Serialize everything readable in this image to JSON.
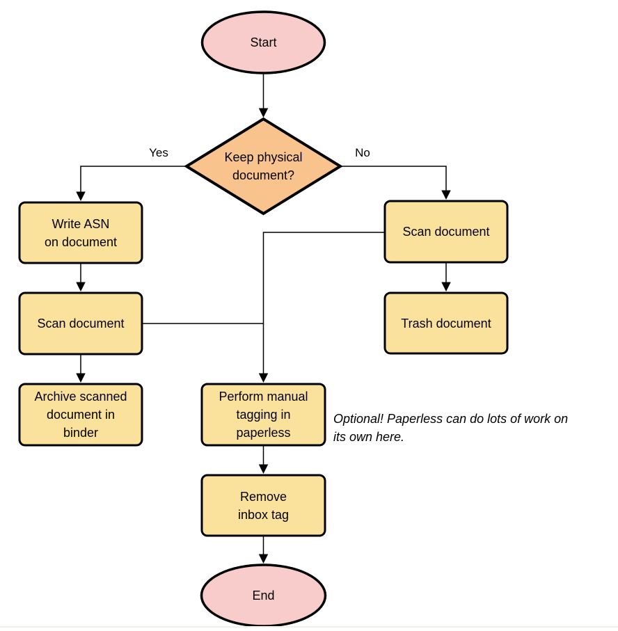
{
  "diagram": {
    "type": "flowchart",
    "nodes": {
      "start": {
        "label": "Start",
        "shape": "terminator",
        "fill": "#F7CCCB"
      },
      "decision": {
        "label": "Keep physical\ndocument?",
        "shape": "decision",
        "fill": "#F9C38D"
      },
      "write_asn": {
        "label": "Write ASN\non document",
        "shape": "process",
        "fill": "#FBE29C"
      },
      "scan_left": {
        "label": "Scan document",
        "shape": "process",
        "fill": "#FBE29C"
      },
      "archive": {
        "label": "Archive scanned\ndocument in\nbinder",
        "shape": "process",
        "fill": "#FBE29C"
      },
      "scan_right": {
        "label": "Scan document",
        "shape": "process",
        "fill": "#FBE29C"
      },
      "trash": {
        "label": "Trash document",
        "shape": "process",
        "fill": "#FBE29C"
      },
      "perform_tagging": {
        "label": "Perform manual\ntagging in\npaperless",
        "shape": "process",
        "fill": "#FBE29C"
      },
      "remove_inbox": {
        "label": "Remove\ninbox tag",
        "shape": "process",
        "fill": "#FBE29C"
      },
      "end": {
        "label": "End",
        "shape": "terminator",
        "fill": "#F7CCCB"
      }
    },
    "edge_labels": {
      "yes": "Yes",
      "no": "No"
    },
    "note": "Optional! Paperless can do lots of work on\nits own here.",
    "colors": {
      "terminator_fill": "#F7CCCB",
      "decision_fill": "#F9C38D",
      "process_fill": "#FBE29C",
      "stroke": "#000000",
      "connector": "#000000",
      "background": "#ffffff",
      "bottom_hairline": "#f2f0e8"
    }
  }
}
